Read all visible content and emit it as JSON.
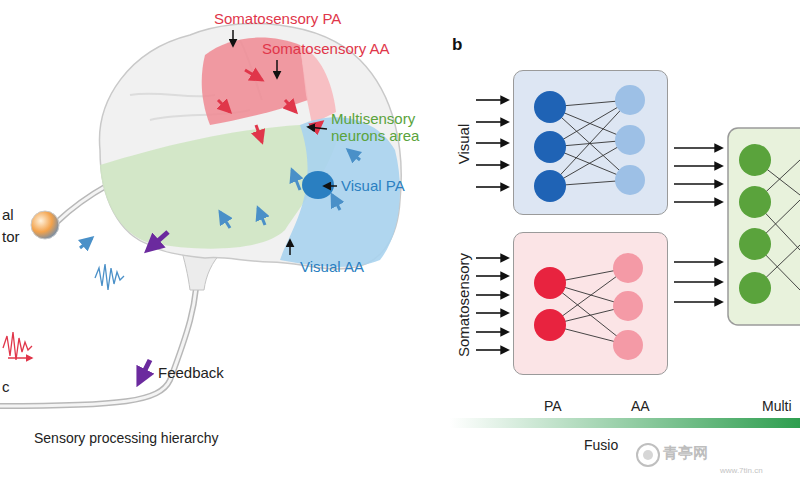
{
  "diagram": {
    "nodes": [
      {
        "text": [
          "Visual"
        ]
      },
      {
        "text": [
          "Somatosensory"
        ]
      }
    ],
    "labels": [
      "Somatosensory PA",
      "Somatosensory AA",
      "Multisensory neurons area",
      "Visual PA",
      "Visual AA",
      "al",
      "tor",
      "c",
      "Feedback",
      "Sensory processing hierarchy",
      "b",
      "PA",
      "AA",
      "Multi",
      "Fusio",
      "青亭网",
      "www.7tin.cn"
    ]
  }
}
